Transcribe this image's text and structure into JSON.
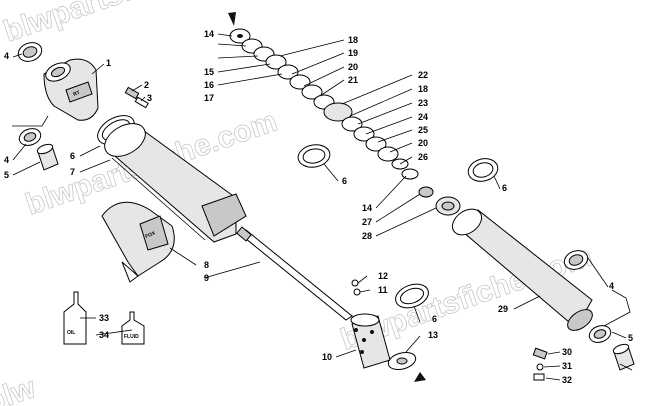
{
  "watermark": {
    "text": "blwpartsfiche.com",
    "text_bottom": "blw"
  },
  "container_labels": {
    "oil": "OIL",
    "fluid": "FLUID"
  },
  "callouts": {
    "c1": "1",
    "c2": "2",
    "c3": "3",
    "c4a": "4",
    "c4b": "4",
    "c4c": "4",
    "c5a": "5",
    "c5b": "5",
    "c6a": "6",
    "c6b": "6",
    "c6c": "6",
    "c6d": "6",
    "c7": "7",
    "c8": "8",
    "c9": "9",
    "c10": "10",
    "c11": "11",
    "c12": "12",
    "c13": "13",
    "c14a": "14",
    "c14b": "14",
    "c15": "15",
    "c16": "16",
    "c17": "17",
    "c18a": "18",
    "c18b": "18",
    "c19": "19",
    "c20a": "20",
    "c20b": "20",
    "c21": "21",
    "c22": "22",
    "c23": "23",
    "c24": "24",
    "c25": "25",
    "c26": "26",
    "c27": "27",
    "c28": "28",
    "c29": "29",
    "c30": "30",
    "c31": "31",
    "c32": "32",
    "c33": "33",
    "c34": "34"
  }
}
